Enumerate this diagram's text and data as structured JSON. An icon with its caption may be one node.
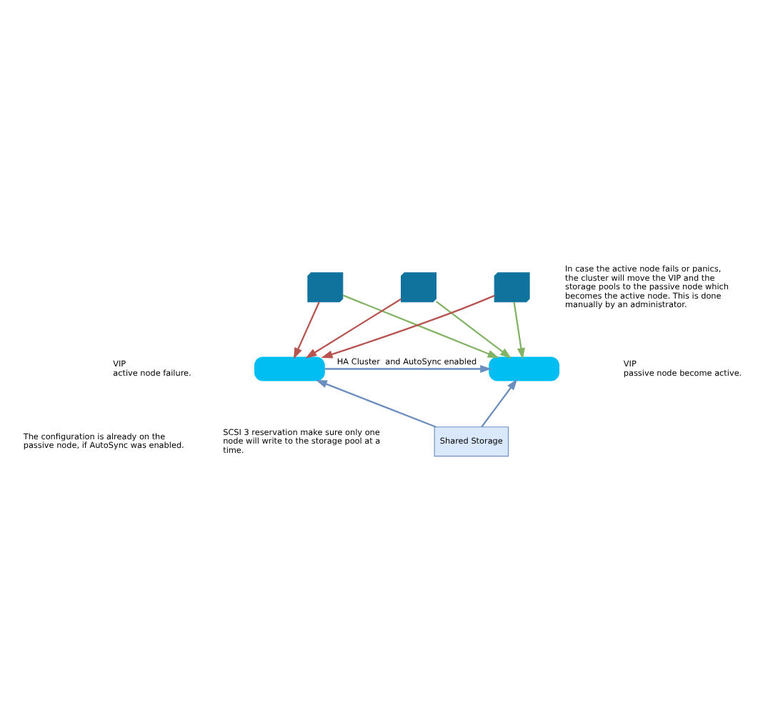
{
  "diagram": {
    "nodes": [
      {
        "text": [],
        "shape": "computer"
      },
      {
        "text": [],
        "shape": "computer"
      },
      {
        "text": [],
        "shape": "computer"
      },
      {
        "text": [],
        "shape": "server",
        "beside": [
          "VIP",
          "active node failure."
        ]
      },
      {
        "text": [],
        "shape": "server",
        "beside": [
          "VIP",
          "passive node become active."
        ]
      },
      {
        "text": [
          "Shared Storage"
        ]
      }
    ],
    "edges": [
      {
        "from": 0,
        "to": 3,
        "arrow": "to",
        "color": "#b85450"
      },
      {
        "from": 1,
        "to": 3,
        "arrow": "to",
        "color": "#b85450"
      },
      {
        "from": 2,
        "to": 3,
        "arrow": "to",
        "color": "#b85450"
      },
      {
        "from": 0,
        "to": 4,
        "arrow": "to",
        "color": "#82b366"
      },
      {
        "from": 1,
        "to": 4,
        "arrow": "to",
        "color": "#82b366"
      },
      {
        "from": 2,
        "to": 4,
        "arrow": "to",
        "color": "#82b366"
      },
      {
        "from": 3,
        "to": 4,
        "arrow": "to",
        "label": "HA Cluster  and AutoSync enabled",
        "color": "#6c8ebf"
      },
      {
        "from": 5,
        "to": 3,
        "arrow": "to",
        "color": "#6c8ebf"
      },
      {
        "from": 5,
        "to": 4,
        "arrow": "to",
        "color": "#6c8ebf"
      }
    ],
    "labels": [
      "In case the active node fails or panics, the cluster will move the VIP and the storage pools to the passive node which becomes the active node. This is done manually by an administrator.",
      "The configuration is already on the passive node, if AutoSync was enabled.",
      "SCSI 3 reservation make sure only one node will write to the storage pool at a time."
    ]
  }
}
